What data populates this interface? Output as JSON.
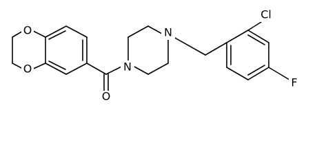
{
  "molecule": {
    "atom_labels": {
      "o_top": "O",
      "o_bottom": "O",
      "o_carbonyl": "O",
      "n_left": "N",
      "n_right": "N",
      "cl": "Cl",
      "f": "F"
    }
  }
}
